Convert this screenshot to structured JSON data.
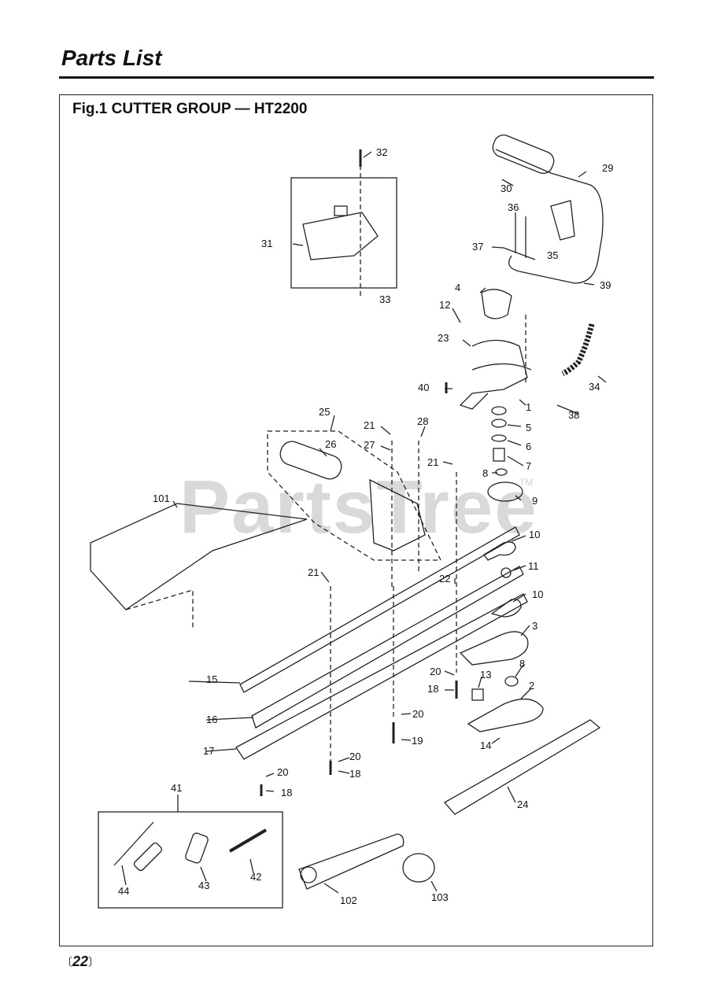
{
  "header": {
    "title": "Parts List"
  },
  "figure": {
    "title": "Fig.1 CUTTER GROUP — HT2200"
  },
  "watermark": {
    "text": "PartsTree",
    "tm": "TM"
  },
  "footer": {
    "page_number": "22",
    "bracket_open": "〔",
    "bracket_close": "〕"
  },
  "part_labels": [
    "1",
    "2",
    "3",
    "4",
    "5",
    "6",
    "7",
    "8",
    "8",
    "9",
    "10",
    "10",
    "11",
    "12",
    "13",
    "14",
    "15",
    "16",
    "17",
    "18",
    "18",
    "18",
    "19",
    "20",
    "20",
    "20",
    "20",
    "21",
    "21",
    "21",
    "22",
    "23",
    "24",
    "25",
    "26",
    "27",
    "28",
    "29",
    "30",
    "31",
    "32",
    "33",
    "34",
    "35",
    "36",
    "37",
    "38",
    "39",
    "40",
    "41",
    "42",
    "43",
    "44",
    "101",
    "102",
    "103"
  ]
}
